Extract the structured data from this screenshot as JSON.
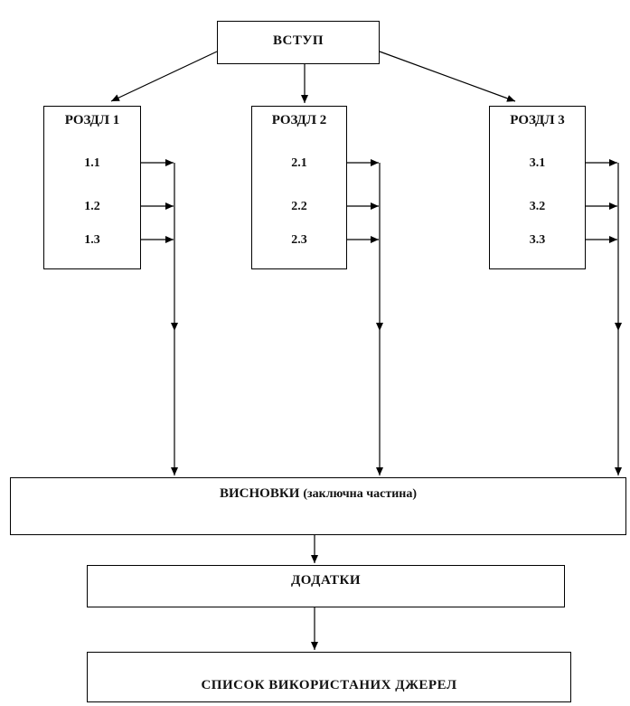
{
  "colors": {
    "line": "#000000",
    "text": "#111111",
    "background": "#ffffff"
  },
  "diagram": {
    "intro": {
      "label": "ВСТУП"
    },
    "chapters": [
      {
        "label": "РОЗДЛ 1",
        "items": [
          "1.1",
          "1.2",
          "1.3"
        ]
      },
      {
        "label": "РОЗДЛ 2",
        "items": [
          "2.1",
          "2.2",
          "2.3"
        ]
      },
      {
        "label": "РОЗДЛ 3",
        "items": [
          "3.1",
          "3.2",
          "3.3"
        ]
      }
    ],
    "conclusions": {
      "label": "ВИСНОВКИ",
      "note": "(заключна частина)"
    },
    "appendices": {
      "label": "ДОДАТКИ"
    },
    "sources": {
      "label": "СПИСОК ВИКОРИСТАНИХ ДЖЕРЕЛ"
    }
  }
}
